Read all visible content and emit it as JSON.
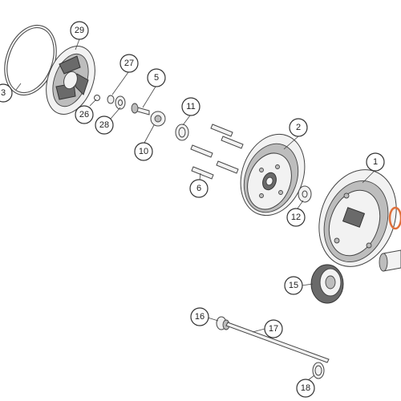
{
  "callouts": [
    {
      "id": "1",
      "label": "1"
    },
    {
      "id": "2",
      "label": "2"
    },
    {
      "id": "3",
      "label": "3"
    },
    {
      "id": "5",
      "label": "5"
    },
    {
      "id": "6",
      "label": "6"
    },
    {
      "id": "10",
      "label": "10"
    },
    {
      "id": "11",
      "label": "11"
    },
    {
      "id": "12",
      "label": "12"
    },
    {
      "id": "15",
      "label": "15"
    },
    {
      "id": "16",
      "label": "16"
    },
    {
      "id": "17",
      "label": "17"
    },
    {
      "id": "18",
      "label": "18"
    },
    {
      "id": "26",
      "label": "26"
    },
    {
      "id": "27",
      "label": "27"
    },
    {
      "id": "28",
      "label": "28"
    },
    {
      "id": "29",
      "label": "29"
    }
  ],
  "colors": {
    "highlight_oring": "#e0703a",
    "line": "#444444",
    "part_fill": "#f2f2f2"
  }
}
